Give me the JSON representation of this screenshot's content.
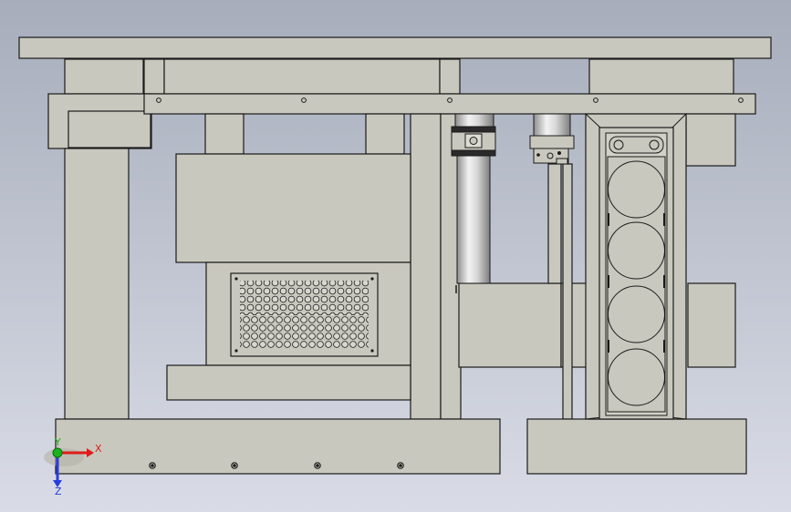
{
  "colors": {
    "bg_top": "#a7adbb",
    "bg_bottom": "#d9dce6",
    "part_fill": "#c9c8be",
    "part_stroke": "#1a1a1a",
    "cylinder_light": "#f2f2f2",
    "cylinder_dark": "#8e8e8e",
    "axis_x": "#e01b1b",
    "axis_y": "#1bb31b",
    "axis_z": "#2a3de0"
  },
  "triad": {
    "x_label": "X",
    "y_label": "Y",
    "z_label": "Z"
  }
}
